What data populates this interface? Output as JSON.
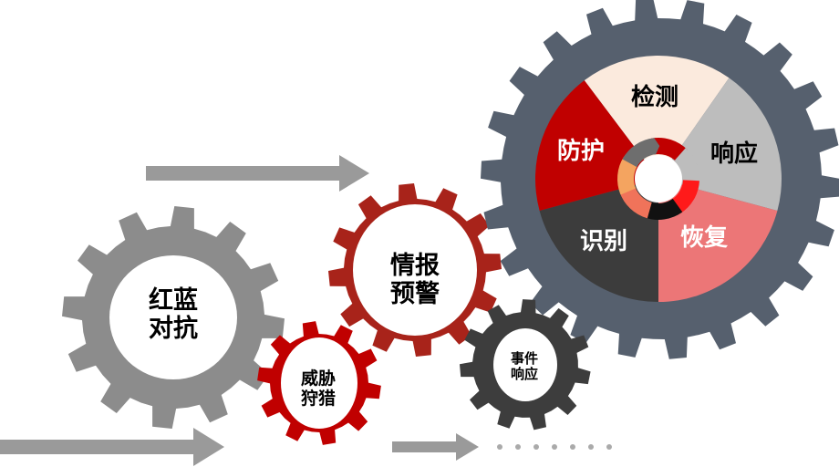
{
  "colors": {
    "gray_gear": "#8c8c8c",
    "intel_gear": "#a8231a",
    "hunt_gear": "#c00000",
    "incident_gear": "#3d3d3d",
    "main_gear": "#56606e",
    "arrow": "#9a9a9a"
  },
  "gears": {
    "red_blue": {
      "line1": "红蓝",
      "line2": "对抗"
    },
    "intel": {
      "line1": "情报",
      "line2": "预警"
    },
    "hunt": {
      "line1": "威胁",
      "line2": "狩猎"
    },
    "incident": {
      "line1": "事件",
      "line2": "响应"
    }
  },
  "cycle": {
    "segments": [
      {
        "label": "检测",
        "color": "#fbeadd",
        "text_color": "#000000"
      },
      {
        "label": "响应",
        "color": "#bdbdbd",
        "text_color": "#000000"
      },
      {
        "label": "恢复",
        "color": "#ec7677",
        "text_color": "#ffffff"
      },
      {
        "label": "识别",
        "color": "#3c3c3c",
        "text_color": "#ffffff"
      },
      {
        "label": "防护",
        "color": "#c00000",
        "text_color": "#ffffff"
      }
    ],
    "ring_colors": [
      "#c00000",
      "#bdbdbd",
      "#ff1a1a",
      "#111111",
      "#f0735a",
      "#f4a460",
      "#6e6e6e"
    ]
  }
}
